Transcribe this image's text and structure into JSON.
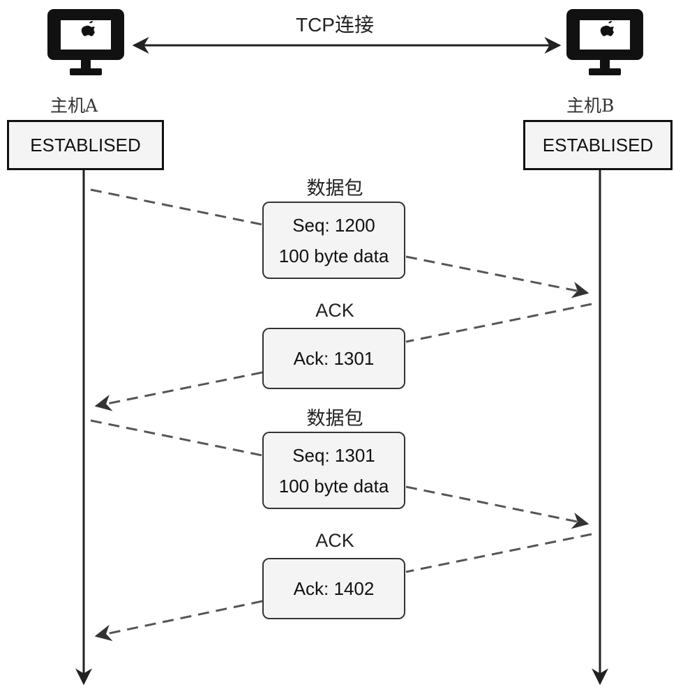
{
  "connection_label": "TCP连接",
  "hosts": [
    {
      "name": "主机A",
      "state": "ESTABLISED"
    },
    {
      "name": "主机B",
      "state": "ESTABLISED"
    }
  ],
  "messages": [
    {
      "title": "数据包",
      "line1": "Seq: 1200",
      "line2": "100 byte data",
      "direction": "A-to-B"
    },
    {
      "title": "ACK",
      "line1": "Ack: 1301",
      "line2": "",
      "direction": "B-to-A"
    },
    {
      "title": "数据包",
      "line1": "Seq: 1301",
      "line2": "100 byte data",
      "direction": "A-to-B"
    },
    {
      "title": "ACK",
      "line1": "Ack: 1402",
      "line2": "",
      "direction": "B-to-A"
    }
  ],
  "icons": {
    "host_icon": "computer-monitor-apple-icon",
    "connection_arrow": "double-headed-arrow-icon"
  },
  "colors": {
    "line": "#222222",
    "box_fill": "#f4f4f4",
    "dash": "#555555"
  }
}
